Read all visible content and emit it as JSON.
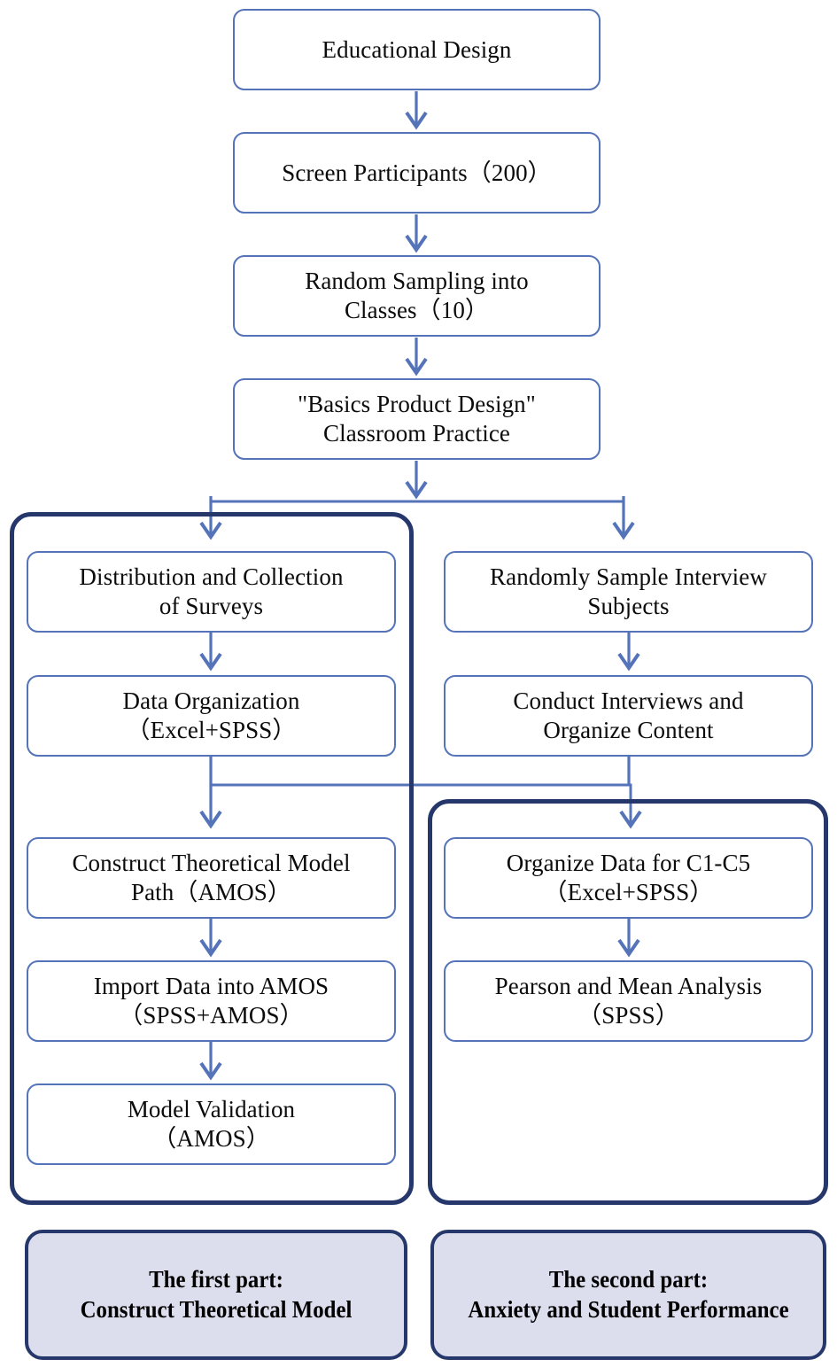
{
  "diagram": {
    "title": "Educational Design Research Flowchart",
    "colors": {
      "node_border": "#5473b8",
      "group_border": "#26386b",
      "arrow": "#5473b8",
      "plate_fill": "#dcdeee",
      "plate_border": "#26386b",
      "text": "#0b0b0b",
      "background": "#ffffff"
    },
    "spine": [
      {
        "id": "educational-design",
        "label": "Educational Design"
      },
      {
        "id": "screen-participants",
        "label": "Screen Participants（200）"
      },
      {
        "id": "random-sampling",
        "line1": "Random Sampling into",
        "line2": "Classes（10）"
      },
      {
        "id": "classroom-practice",
        "line1": "\"Basics Product Design\"",
        "line2": "Classroom Practice"
      }
    ],
    "left_branch": [
      {
        "id": "distribution-collection",
        "line1": "Distribution and Collection",
        "line2": "of Surveys"
      },
      {
        "id": "data-organization",
        "line1": "Data Organization",
        "line2": "（Excel+SPSS）"
      },
      {
        "id": "construct-model-path",
        "line1": "Construct Theoretical Model",
        "line2": "Path（AMOS）"
      },
      {
        "id": "import-data-amos",
        "line1": "Import Data into AMOS",
        "line2": "（SPSS+AMOS）"
      },
      {
        "id": "model-validation",
        "line1": "Model Validation",
        "line2": "（AMOS）"
      }
    ],
    "right_branch": [
      {
        "id": "randomly-sample-interview",
        "line1": "Randomly Sample Interview",
        "line2": "Subjects"
      },
      {
        "id": "conduct-interviews",
        "line1": "Conduct Interviews and",
        "line2": "Organize Content"
      },
      {
        "id": "organize-data-c1c5",
        "line1": "Organize Data for C1-C5",
        "line2": "（Excel+SPSS）"
      },
      {
        "id": "pearson-mean-analysis",
        "line1": "Pearson and Mean Analysis",
        "line2": "（SPSS）"
      }
    ],
    "plates": [
      {
        "id": "first-part",
        "line1": "The first part:",
        "line2": "Construct Theoretical Model"
      },
      {
        "id": "second-part",
        "line1": "The second part:",
        "line2": "Anxiety and Student Performance"
      }
    ],
    "groups": [
      {
        "id": "group-first-part"
      },
      {
        "id": "group-second-part"
      }
    ]
  }
}
